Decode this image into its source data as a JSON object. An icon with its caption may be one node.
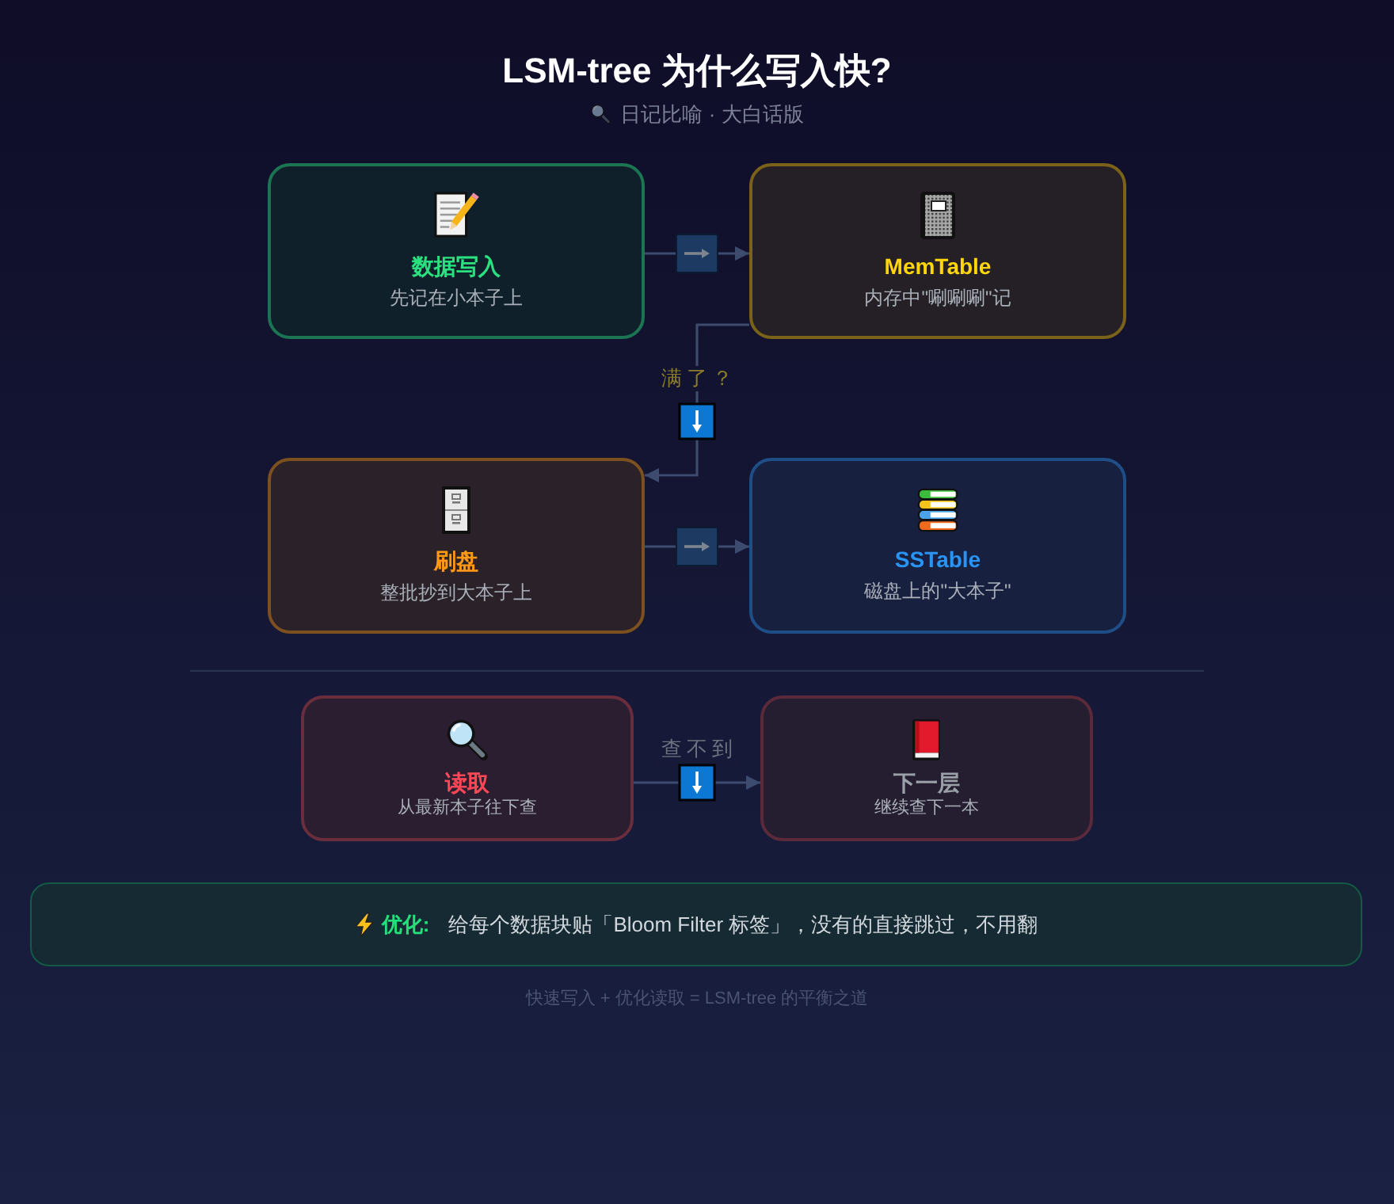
{
  "diagram": {
    "title": "LSM-tree 为什么写入快?",
    "nodes": [
      {
        "text": [
          "数据写入",
          "先记在小本子上"
        ]
      },
      {
        "text": [
          "MemTable",
          "内存中\"唰唰唰\"记"
        ]
      },
      {
        "text": [
          "刷盘",
          "整批抄到大本子上"
        ]
      },
      {
        "text": [
          "SSTable",
          "磁盘上的\"大本子\""
        ]
      },
      {
        "text": [
          "读取",
          "从最新本子往下查"
        ]
      },
      {
        "text": [
          "下一层",
          "继续查下一本"
        ]
      },
      {
        "text": [
          "优化:",
          "给每个数据块贴「Bloom Filter 标签」，没有的直接跳过，不用翻"
        ]
      }
    ],
    "edges": [
      {
        "from": 0,
        "to": 1,
        "arrow": "to"
      },
      {
        "from": 1,
        "to": 2,
        "arrow": "to",
        "label": "满了？"
      },
      {
        "from": 2,
        "to": 3,
        "arrow": "to"
      },
      {
        "from": 4,
        "to": 5,
        "arrow": "to",
        "label": "查不到"
      }
    ],
    "labels": [
      "日记比喻 · 大白话版",
      "快速写入 + 优化读取 = LSM-tree 的平衡之道"
    ]
  }
}
